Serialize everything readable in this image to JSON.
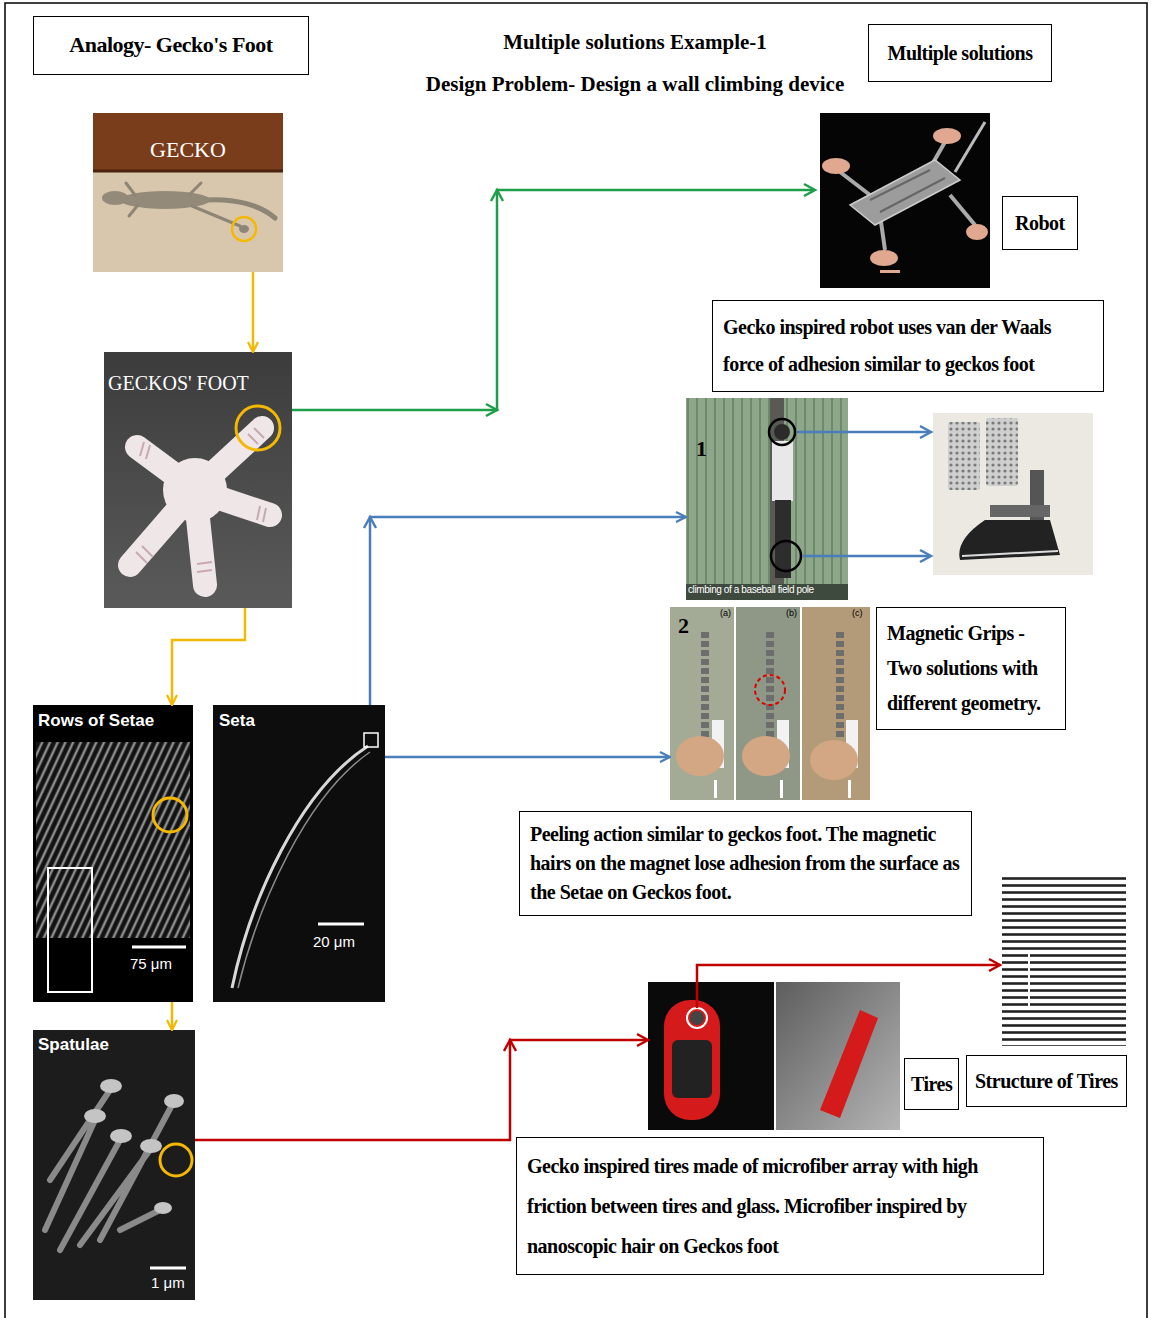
{
  "diagram": {
    "title": "Multiple solutions Example-1",
    "nodes": [
      {
        "text": [
          "Analogy- Gecko's Foot"
        ]
      },
      {
        "text": [
          "Multiple solutions"
        ]
      },
      {
        "text": [
          "GECKO"
        ]
      },
      {
        "text": [
          "GECKOS' FOOT"
        ]
      },
      {
        "text": [
          "Rows of Setae",
          "75 μm"
        ]
      },
      {
        "text": [
          "Seta",
          "20 μm"
        ]
      },
      {
        "text": [
          "Spatulae",
          "1 μm"
        ]
      },
      {
        "text": [
          "Robot"
        ]
      },
      {
        "text": [
          "Gecko inspired robot uses van der Waals force of adhesion similar to geckos foot"
        ]
      },
      {
        "text": [
          "1",
          "climbing of a baseball field pole"
        ]
      },
      {
        "text": [
          "2",
          "(a)",
          "(b)",
          "(c)"
        ]
      },
      {
        "text": [
          "Magnetic Grips - Two solutions with different geometry."
        ]
      },
      {
        "text": [
          "Peeling action similar to geckos foot. The magnetic hairs on the magnet lose adhesion from the surface as the Setae on Geckos foot."
        ]
      },
      {
        "text": [
          "Tires"
        ]
      },
      {
        "text": [
          "Structure of Tires"
        ]
      },
      {
        "text": [
          "Gecko inspired tires made of microfiber array with high friction between tires and glass. Microfiber inspired by nanoscopic hair on Geckos foot"
        ]
      }
    ],
    "edges": [
      {
        "from": 2,
        "to": 3,
        "arrow": "to"
      },
      {
        "from": 3,
        "to": 4,
        "arrow": "to"
      },
      {
        "from": 4,
        "to": 6,
        "arrow": "to"
      },
      {
        "from": 5,
        "to": 9,
        "arrow": "to"
      },
      {
        "from": 5,
        "to": 10,
        "arrow": "to"
      }
    ],
    "labels": [
      "Design Problem- Design a wall climbing device"
    ]
  }
}
